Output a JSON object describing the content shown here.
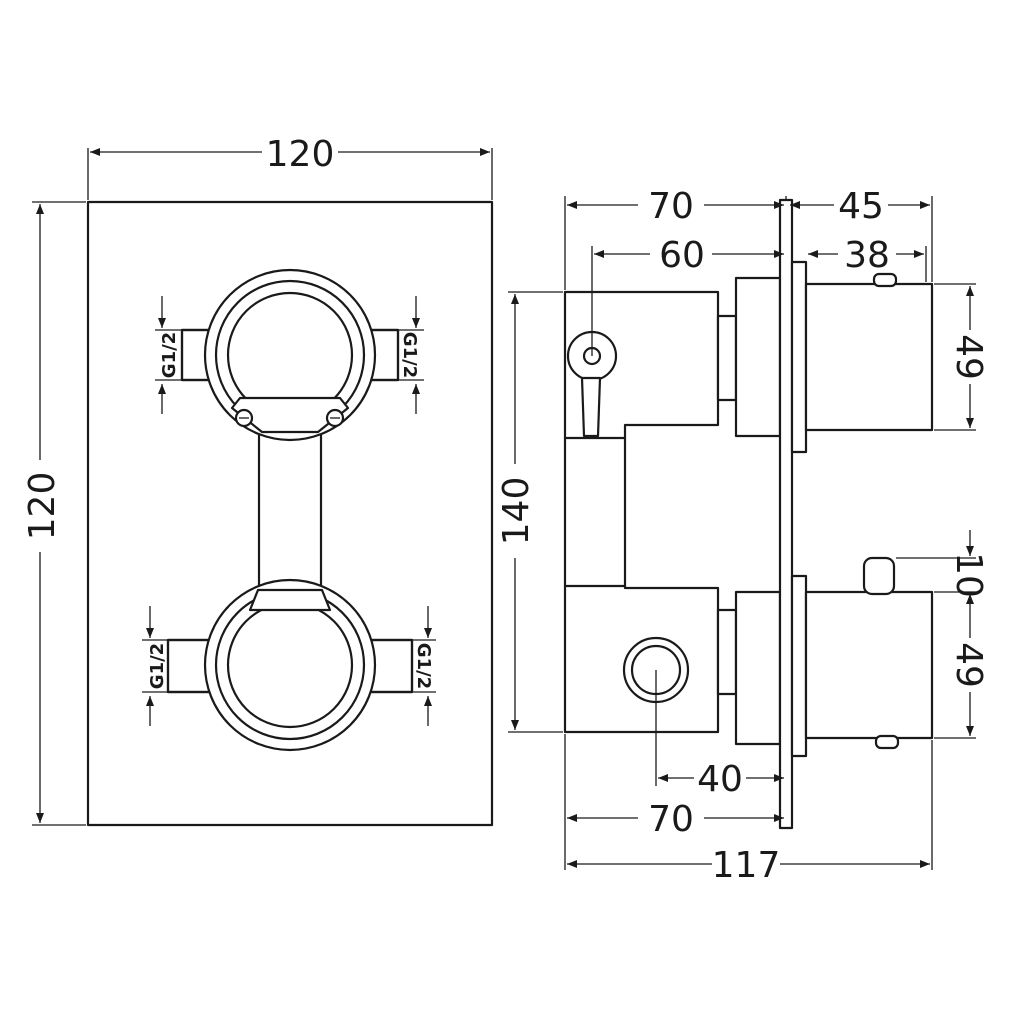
{
  "front_view": {
    "width_label": "120",
    "height_label": "120",
    "ports": {
      "top_left": "G1/2",
      "top_right": "G1/2",
      "bottom_left": "G1/2",
      "bottom_right": "G1/2"
    }
  },
  "side_view": {
    "top_depth_label": "70",
    "top_handle_label": "45",
    "inner_depth_label": "60",
    "handle_inner_label": "38",
    "top_knob_label": "49",
    "height_label": "140",
    "lever_label": "10",
    "bottom_knob_label": "49",
    "outlet_depth_label": "40",
    "bottom_depth_label": "70",
    "total_depth_label": "117"
  }
}
